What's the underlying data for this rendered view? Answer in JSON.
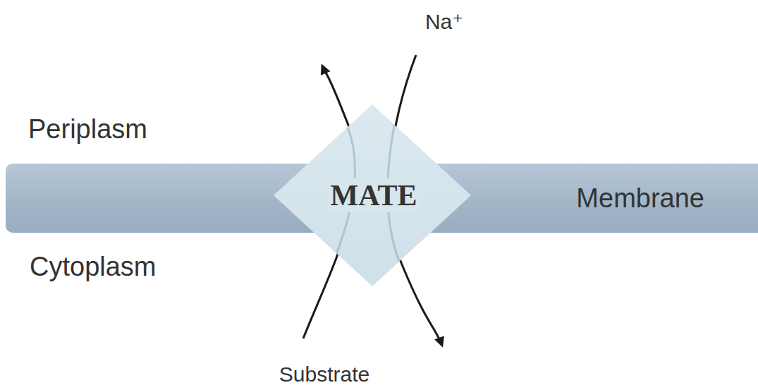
{
  "diagram": {
    "nodes": [
      {
        "text": [
          "MATE"
        ]
      },
      {
        "text": [
          "Membrane"
        ]
      }
    ],
    "labels": [
      "Na⁺",
      "Periplasm",
      "Cytoplasm",
      "Substrate"
    ]
  }
}
